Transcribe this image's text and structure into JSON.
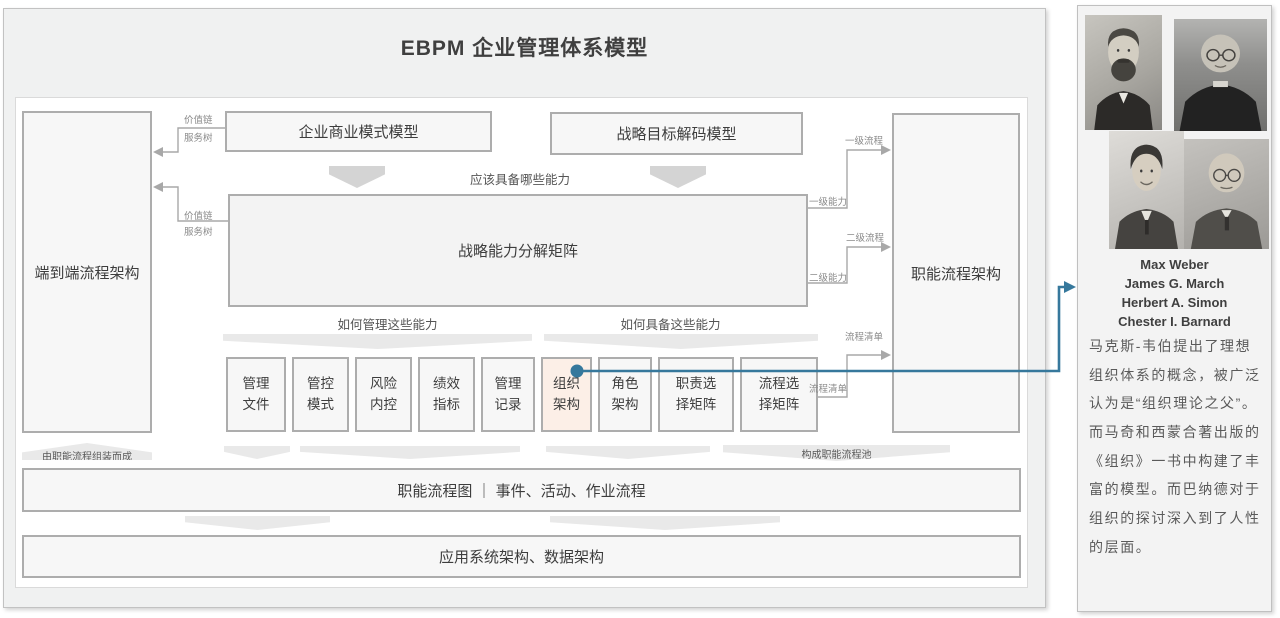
{
  "title": "EBPM 企业管理体系模型",
  "diagram": {
    "end_to_end_box": "端到端流程架构",
    "functional_arch_box": "职能流程架构",
    "business_model_box": "企业商业模式模型",
    "strategy_decode_box": "战略目标解码模型",
    "capability_matrix_box": "战略能力分解矩阵",
    "hint_which_capabilities": "应该具备哪些能力",
    "hint_manage_capabilities": "如何管理这些能力",
    "hint_possess_capabilities": "如何具备这些能力",
    "assembled_label": "由职能流程组装而成",
    "pool_label": "构成职能流程池",
    "process_map_box": "职能流程图 ｜ 事件、活动、作业流程",
    "app_data_arch_box": "应用系统架构、数据架构",
    "labels": {
      "value_chain": "价值链",
      "service_tree": "服务树",
      "l1_process": "一级流程",
      "l1_capability": "一级能力",
      "l2_process": "二级流程",
      "l2_capability": "二级能力",
      "process_list": "流程清单"
    },
    "small_boxes": [
      {
        "label": "管理\n文件"
      },
      {
        "label": "管控\n模式"
      },
      {
        "label": "风险\n内控"
      },
      {
        "label": "绩效\n指标"
      },
      {
        "label": "管理\n记录"
      },
      {
        "label": "组织\n架构",
        "highlighted": true
      },
      {
        "label": "角色\n架构"
      },
      {
        "label": "职责选\n择矩阵"
      },
      {
        "label": "流程选\n择矩阵"
      }
    ]
  },
  "sidebar": {
    "names": [
      "Max Weber",
      "James G. March",
      "Herbert A. Simon",
      "Chester I. Barnard"
    ],
    "description": "马克斯-韦伯提出了理想组织体系的概念，被广泛认为是“组织理论之父”。而马奇和西蒙合著出版的《组织》一书中构建了丰富的模型。而巴纳德对于组织的探讨深入到了人性的层面。"
  },
  "colors": {
    "accent_blue": "#36789c",
    "highlight_fill": "#fcefe7",
    "box_border": "#adadad"
  }
}
